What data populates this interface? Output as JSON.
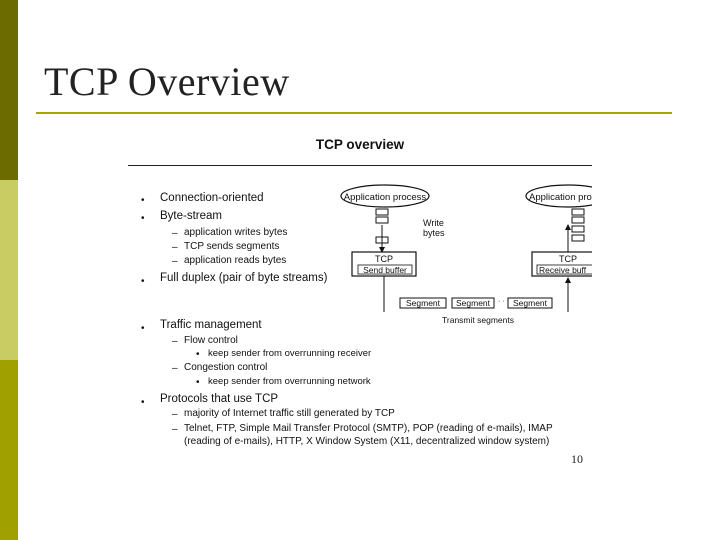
{
  "slide": {
    "title": "TCP Overview",
    "page_number": "10"
  },
  "scan": {
    "title": "TCP overview",
    "items": [
      {
        "bullet": "•",
        "text": "Connection-oriented"
      },
      {
        "bullet": "•",
        "text": "Byte-stream"
      },
      {
        "bullet": "–",
        "text": "application writes bytes"
      },
      {
        "bullet": "–",
        "text": "TCP sends segments"
      },
      {
        "bullet": "–",
        "text": "application reads bytes"
      },
      {
        "bullet": "•",
        "text": "Full duplex (pair of byte streams)"
      },
      {
        "bullet": "•",
        "text": "Traffic management"
      },
      {
        "bullet": "–",
        "text": "Flow control"
      },
      {
        "bullet": "•",
        "text": "keep sender from overrunning receiver"
      },
      {
        "bullet": "–",
        "text": "Congestion control"
      },
      {
        "bullet": "•",
        "text": "keep sender from overrunning network"
      },
      {
        "bullet": "•",
        "text": "Protocols that use TCP"
      },
      {
        "bullet": "–",
        "text": "majority of Internet traffic still generated by TCP"
      },
      {
        "bullet": "–",
        "text": "Telnet, FTP, Simple Mail Transfer Protocol (SMTP), POP (reading of e-mails), IMAP"
      },
      {
        "bullet": "",
        "text": "(reading of e-mails), HTTP, X Window System (X11, decentralized window system)"
      }
    ],
    "diagram": {
      "app_left": "Application process",
      "app_right": "Application proc",
      "write_bytes_1": "Write",
      "write_bytes_2": "bytes",
      "tcp_left": "TCP",
      "send_buffer": "Send buffer",
      "tcp_right": "TCP",
      "receive_buffer": "Receive buff",
      "segment_1": "Segment",
      "segment_2": "Segment",
      "segment_3": "Segment",
      "dots": "· · ·",
      "transmit_segments": "Transmit segments"
    }
  }
}
